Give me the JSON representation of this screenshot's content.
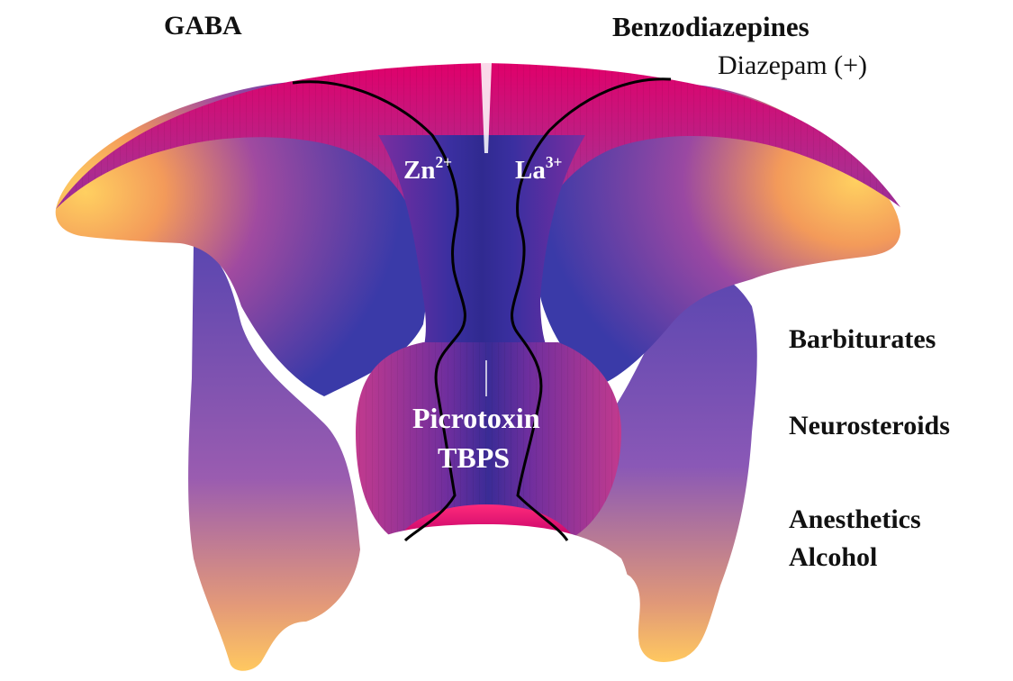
{
  "labels": {
    "gaba": "GABA",
    "benzodiazepines": "Benzodiazepines",
    "diazepam": "Diazepam (+)",
    "zinc": {
      "base": "Zn",
      "charge": "2+"
    },
    "lanthanum": {
      "base": "La",
      "charge": "3+"
    },
    "picrotoxin": "Picrotoxin",
    "tbps": "TBPS",
    "barbiturates": "Barbiturates",
    "neurosteroids": "Neurosteroids",
    "anesthetics": "Anesthetics",
    "alcohol": "Alcohol"
  },
  "colors": {
    "magenta": "#d4006f",
    "pink": "#e8246e",
    "violet": "#7a3fa8",
    "indigo": "#3b2f9a",
    "blue": "#3a4fb8",
    "yellow": "#ffcf50",
    "orange": "#f2a050",
    "background": "#ffffff"
  }
}
